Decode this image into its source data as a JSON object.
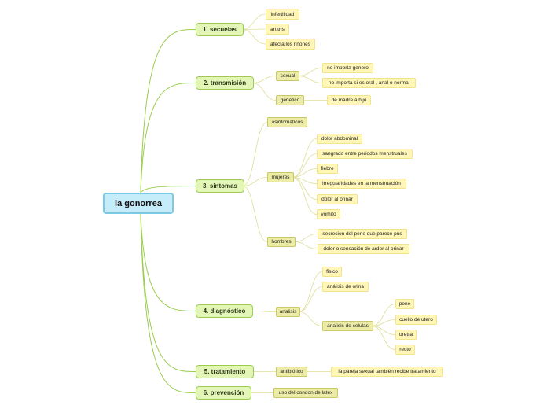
{
  "root": "la gonorrea",
  "secuelas": {
    "title": "1. secuelas",
    "leaves": [
      "infertilidad",
      "artitris",
      "afecta los riñones"
    ]
  },
  "transmision": {
    "title": "2. transmisión",
    "sexual": {
      "label": "sexual",
      "leaves": [
        "no importa genero",
        "no importa si es oral , anal o normal"
      ]
    },
    "genetico": {
      "label": "genetico",
      "leaves": [
        "de madre a hijo"
      ]
    }
  },
  "sintomas": {
    "title": "3. sintomas",
    "asintomaticos": "asintomaticos",
    "mujeres": {
      "label": "mujeres",
      "leaves": [
        "dolor abdominal",
        "sangrado entre periodos menstruales",
        "fiebre",
        "irregularidades en la menstruación",
        "dolor al orinar",
        "vomito"
      ]
    },
    "hombres": {
      "label": "hombres",
      "leaves": [
        "secrecion del pene que parece pus",
        "dolor o sensación de ardor al orinar"
      ]
    }
  },
  "diagnostico": {
    "title": "4. diagnóstico",
    "analisis": {
      "label": "analisis",
      "fisico": "fisico",
      "orina": "análisis de orina",
      "celulas": {
        "label": "analisis de celulas",
        "leaves": [
          "pene",
          "cuello de utero",
          "uretra",
          "recto"
        ]
      }
    }
  },
  "tratamiento": {
    "title": "5. tratamiento",
    "antibiotico": {
      "label": "antibiótico",
      "leaves": [
        "la pareja sexual también recibe tratamiento"
      ]
    }
  },
  "prevencion": {
    "title": "6. prevención",
    "leaves": [
      "uso del condon de latex"
    ]
  },
  "colors": {
    "root_fill": "#c5ecf9",
    "root_border": "#7ccbe6",
    "main_fill": "#e3f6b7",
    "main_border": "#9acd4e",
    "sub_fill": "#ececa6",
    "leaf_fill": "#fff6b8",
    "link_color": "#9acd4e",
    "sublink_color": "#dede9a"
  }
}
